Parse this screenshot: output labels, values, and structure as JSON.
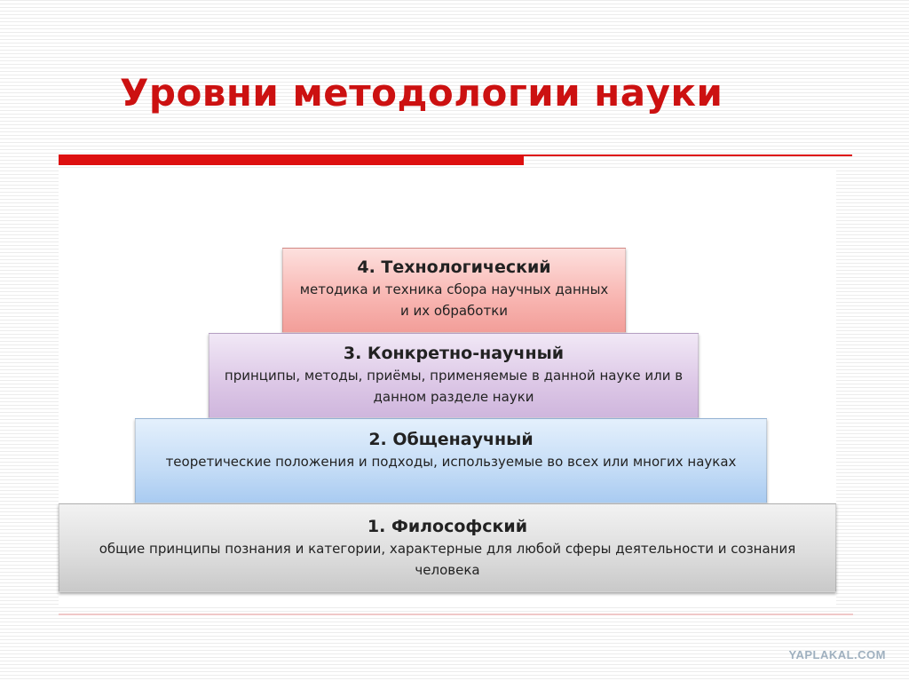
{
  "slide": {
    "title": "Уровни методологии науки"
  },
  "pyramid": {
    "levels": [
      {
        "title": "4. Технологический",
        "description": "методика и техника сбора научных данных и их обработки"
      },
      {
        "title": "3. Конкретно-научный",
        "description": "принципы, методы, приёмы, применяемые в данной науке или в данном разделе науки"
      },
      {
        "title": "2. Общенаучный",
        "description": "теоретические положения и подходы, используемые во всех или многих науках"
      },
      {
        "title": "1. Философский",
        "description": "общие принципы познания и категории, характерные для любой сферы деятельности и сознания человека"
      }
    ]
  },
  "watermark": "YAPLAKAL.COM",
  "colors": {
    "accent": "#dd1010",
    "level4": "#f7aba6",
    "level3": "#d8c2e3",
    "level2": "#bcd7f4",
    "level1": "#d9d9d9"
  }
}
